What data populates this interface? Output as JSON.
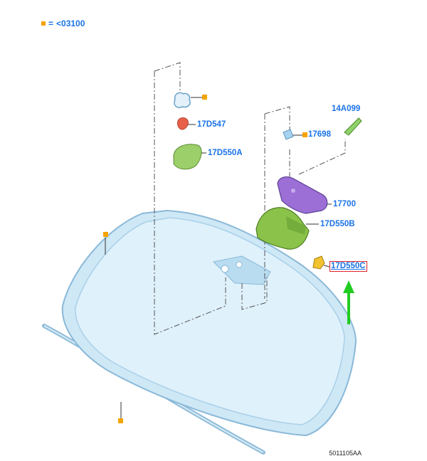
{
  "legend": {
    "equals": "=",
    "text": "<03100"
  },
  "callouts": {
    "bracket_cover": "17D547",
    "small_cover": "17D550A",
    "sensor_cover": "17D550B",
    "mirror": "17700",
    "bracket": "17698",
    "harness": "14A099",
    "highlighted": "17D550C"
  },
  "figure_id": "5011105AA",
  "colors": {
    "callout_text": "#1a73e8",
    "marker": "#f5a300",
    "highlight_box": "#e0202a",
    "arrow": "#22cc22",
    "glass_fill": "#c9e6f5",
    "glass_edge": "#7fb3d6",
    "green_part": "#8bc34a",
    "purple_part": "#9b6fd6",
    "red_part": "#e8604a"
  },
  "icons": [
    "legend-square-icon",
    "up-arrow-icon"
  ]
}
